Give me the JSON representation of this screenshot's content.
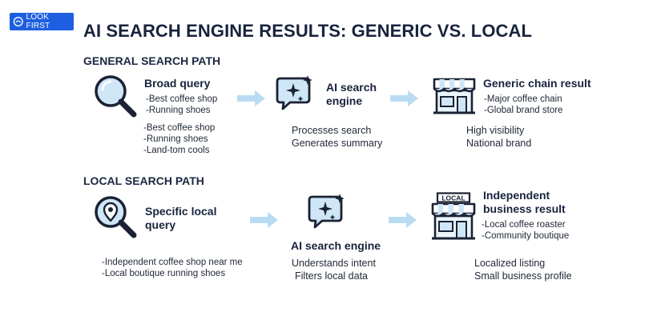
{
  "logo": {
    "text": "LOOK FIRST"
  },
  "title": "AI SEARCH ENGINE RESULTS: GENERIC VS. LOCAL",
  "general": {
    "section_label": "GENERAL SEARCH PATH",
    "query": {
      "title": "Broad query",
      "examples": [
        "-Best coffee shop",
        "-Running shoes"
      ],
      "details": [
        "-Best coffee shop",
        "-Running shoes",
        "-Land-tom cools"
      ]
    },
    "engine": {
      "title": "AI search engine",
      "details": [
        "Processes search",
        "Generates summary"
      ]
    },
    "result": {
      "title": "Generic chain result",
      "examples": [
        "-Major coffee chain",
        "-Global brand store"
      ],
      "details": [
        "High visibility",
        "National brand"
      ]
    }
  },
  "local": {
    "section_label": "LOCAL SEARCH PATH",
    "query": {
      "title": "Specific local query",
      "details": [
        "-Independent coffee shop near me",
        "-Local boutique running shoes"
      ]
    },
    "engine": {
      "title": "AI search engine",
      "details": [
        "Understands intent",
        "Filters local data"
      ]
    },
    "result": {
      "title": "Independent business result",
      "store_sign": "LOCAL",
      "examples": [
        "-Local coffee roaster",
        "-Community boutique"
      ],
      "details": [
        "Localized listing",
        "Small business profile"
      ]
    }
  },
  "colors": {
    "accent": "#1d5fe0",
    "arrow": "#b9dcf3",
    "icon_fill": "#cfe6f7",
    "ink": "#1b2233"
  }
}
